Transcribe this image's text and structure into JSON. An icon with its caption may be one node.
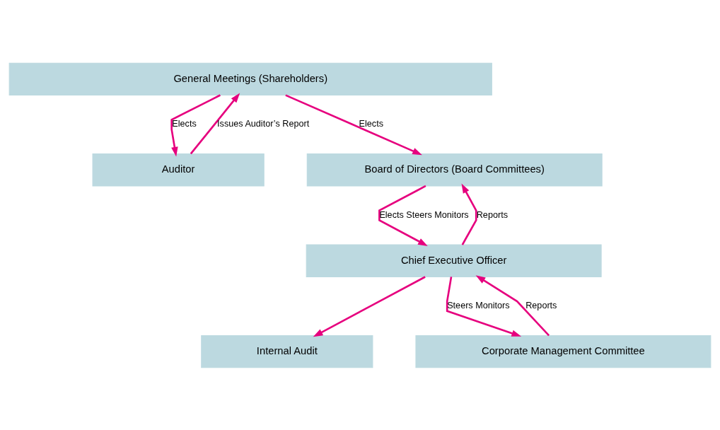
{
  "diagram": {
    "nodes": [
      {
        "text": [
          "General Meetings (Shareholders)"
        ]
      },
      {
        "text": [
          "Auditor"
        ]
      },
      {
        "text": [
          "Board of Directors (Board Committees)"
        ]
      },
      {
        "text": [
          "Chief Executive Officer"
        ]
      },
      {
        "text": [
          "Internal Audit"
        ]
      },
      {
        "text": [
          "Corporate Management Committee"
        ]
      }
    ],
    "edges": [
      {
        "from": 0,
        "to": 1,
        "arrow": "to",
        "label": "Elects"
      },
      {
        "from": 1,
        "to": 0,
        "arrow": "to",
        "label": "Issues Auditor’s Report"
      },
      {
        "from": 0,
        "to": 2,
        "arrow": "to",
        "label": "Elects"
      },
      {
        "from": 2,
        "to": 3,
        "arrow": "to",
        "label": "Elects Steers Monitors"
      },
      {
        "from": 3,
        "to": 2,
        "arrow": "to",
        "label": "Reports"
      },
      {
        "from": 3,
        "to": 4,
        "arrow": "to"
      },
      {
        "from": 3,
        "to": 5,
        "arrow": "to",
        "label": "Steers Monitors"
      },
      {
        "from": 5,
        "to": 3,
        "arrow": "to",
        "label": "Reports"
      }
    ]
  }
}
